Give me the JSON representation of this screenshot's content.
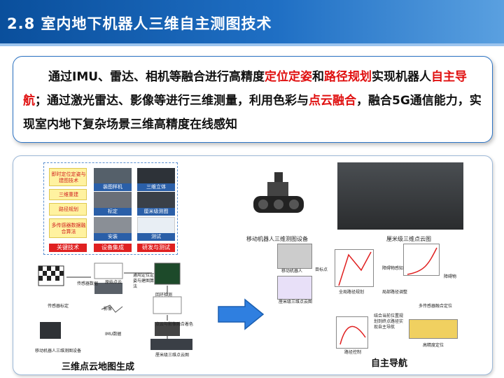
{
  "header": {
    "title": "2.8 室内地下机器人三维自主测图技术"
  },
  "summary": {
    "s1": "通过IMU、雷达、相机等融合进行高精度",
    "h1": "定位定姿",
    "s2": "和",
    "h2": "路径规划",
    "s3": "实现机器人",
    "h3": "自主导航",
    "s4": "；通过激光雷达、影像等进行三维测量，利用色彩与",
    "h4": "点云融合",
    "s5": "，融合5G通信能力，实现室内地下复杂场景三维高精度在线感知"
  },
  "matrix": {
    "col1": [
      "即时定位定姿与建图技术",
      "三维重建",
      "路径规划",
      "多传感器数据融合算法"
    ],
    "col1_tag": "关键技术",
    "col2": [
      "装图样机",
      "标定",
      "安装"
    ],
    "col2_tag": "设备集成",
    "col3": [
      "三维立体",
      "厘米级测图",
      "测试"
    ],
    "col3_tag": "研发与测试"
  },
  "mapping": {
    "labels": [
      "传感器标定",
      "传感器数据",
      "原始点云",
      "影像",
      "IMU数据",
      "通用定位定姿与建图算法",
      "回环检测",
      "点云与影像融合着色",
      "厘米级三维点云图",
      "移动机器人三维测图设备"
    ],
    "caption": "三维点云地图生成"
  },
  "device": {
    "robot_caption": "移动机器人三维测图设备",
    "pointcloud_caption": "厘米级三维点云图"
  },
  "navigation": {
    "labels": [
      "移动机器人",
      "厘米级三维点云图",
      "目标点",
      "全局路径规划",
      "障碍物感知",
      "局部路径调整",
      "障碍物",
      "多传感器融合定位",
      "结合当前位置规划到终点路径实现自主导航",
      "路径控制",
      "高精度定位"
    ],
    "caption": "自主导航"
  },
  "colors": {
    "accent": "#1f6fc4",
    "highlight": "#e01010"
  }
}
